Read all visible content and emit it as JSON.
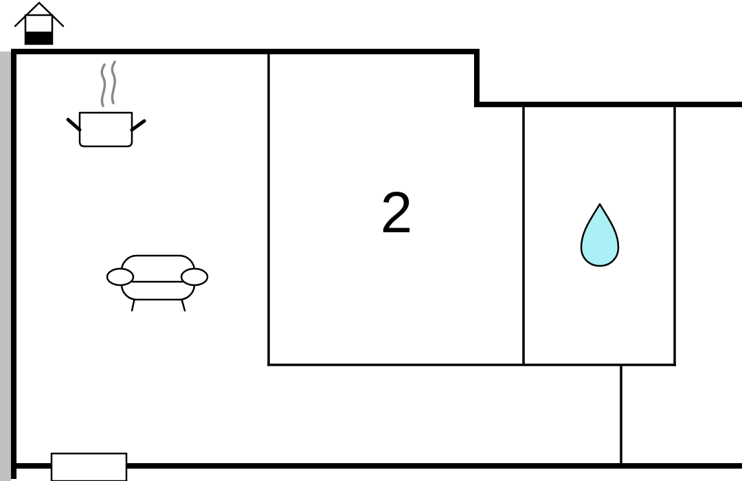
{
  "plan": {
    "rooms": [
      {
        "id": "bedroom",
        "label": "2"
      }
    ],
    "icons": [
      {
        "name": "entrance-icon"
      },
      {
        "name": "kitchen-pot-icon"
      },
      {
        "name": "sofa-icon"
      },
      {
        "name": "water-drop-icon"
      },
      {
        "name": "window"
      }
    ],
    "colors": {
      "wall": "#000000",
      "side_wall": "#c0c0c0",
      "water_drop": "#aaf0f5",
      "steam": "#888888",
      "background": "#ffffff"
    }
  }
}
